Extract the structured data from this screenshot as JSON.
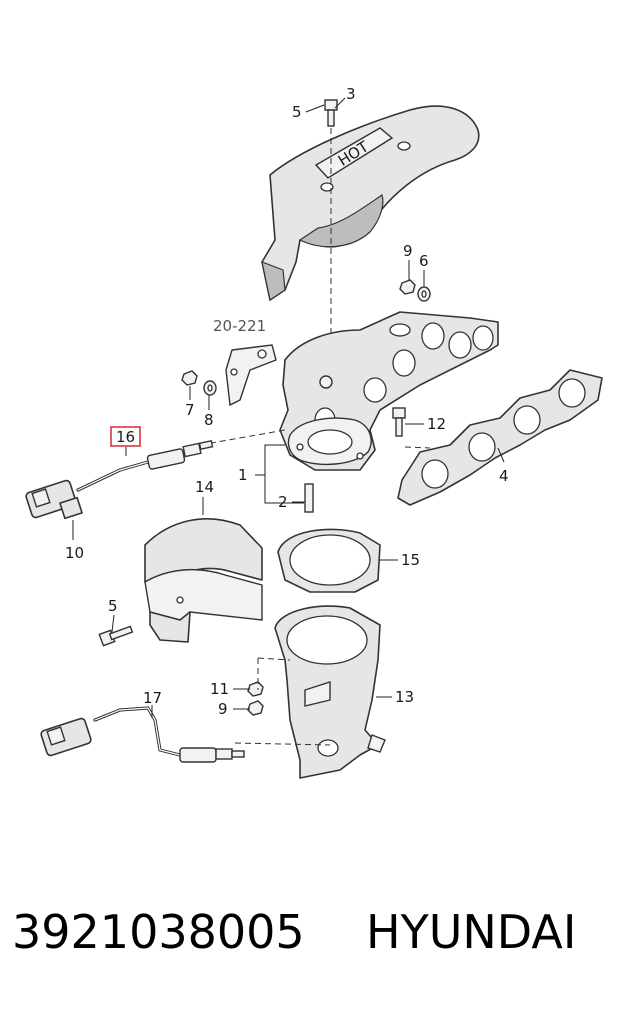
{
  "diagram": {
    "callouts": [
      {
        "id": "1",
        "label": "1"
      },
      {
        "id": "2",
        "label": "2"
      },
      {
        "id": "3",
        "label": "3"
      },
      {
        "id": "4",
        "label": "4"
      },
      {
        "id": "5a",
        "label": "5"
      },
      {
        "id": "5b",
        "label": "5"
      },
      {
        "id": "6",
        "label": "6"
      },
      {
        "id": "7",
        "label": "7"
      },
      {
        "id": "8",
        "label": "8"
      },
      {
        "id": "9a",
        "label": "9"
      },
      {
        "id": "9b",
        "label": "9"
      },
      {
        "id": "10",
        "label": "10"
      },
      {
        "id": "11",
        "label": "11"
      },
      {
        "id": "12",
        "label": "12"
      },
      {
        "id": "13",
        "label": "13"
      },
      {
        "id": "14",
        "label": "14"
      },
      {
        "id": "15",
        "label": "15"
      },
      {
        "id": "16",
        "label": "16"
      },
      {
        "id": "17",
        "label": "17"
      }
    ],
    "reference": "20-221",
    "heat_shield_marking": "HOT",
    "highlighted_callout": "16",
    "highlight_color": "#d9363e"
  },
  "footer": {
    "part_number": "3921038005",
    "brand": "HYUNDAI"
  }
}
